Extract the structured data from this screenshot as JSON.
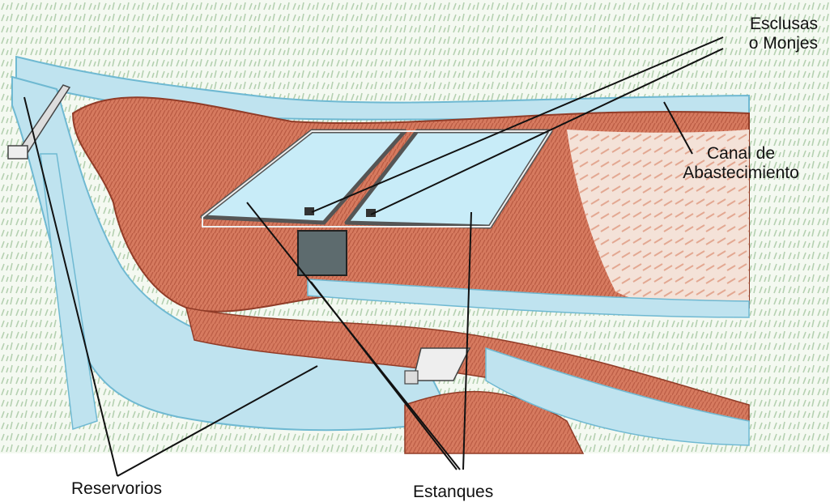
{
  "labels": {
    "esclusas_line1": "Esclusas",
    "esclusas_line2": "o Monjes",
    "canal_line1": "Canal de",
    "canal_line2": "Abastecimiento",
    "reservorios": "Reservorios",
    "estanques": "Estanques"
  },
  "colors": {
    "water": "#bfe3ef",
    "water_edge": "#6fb9d2",
    "terrain": "#c9634a",
    "terrain_light": "#e9a98f",
    "vegetation": "#7fae7a",
    "leader_line": "#111111"
  }
}
